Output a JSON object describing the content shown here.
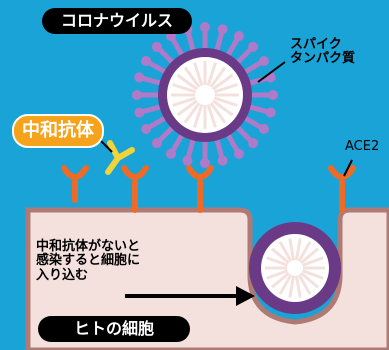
{
  "labels": {
    "virus": "コロナウイルス",
    "spike_line1": "スパイク",
    "spike_line2": "タンパク質",
    "antibody": "中和抗体",
    "receptor": "ACE2",
    "infection_line1": "中和抗体がないと",
    "infection_line2": "感染すると細胞に",
    "infection_line3": "入り込む",
    "cell": "ヒトの細胞"
  },
  "colors": {
    "background": "#1aa3d6",
    "cell_fill": "#f4e1de",
    "cell_edge": "#b07a74",
    "spike": "#b07ac9",
    "virus_ring": "#6a3a86",
    "receptor": "#ee6a25",
    "antibody": "#f2d33a",
    "pill_dark": "#000000",
    "pill_orange": "#f7a21b"
  }
}
